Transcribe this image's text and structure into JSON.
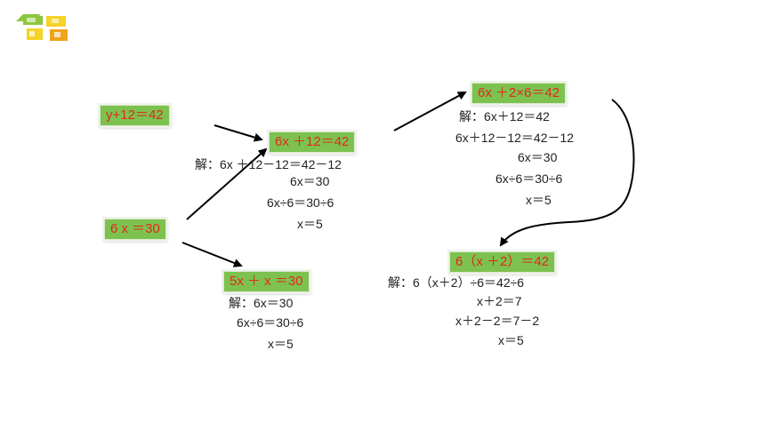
{
  "equations": {
    "y_eq": "y+12＝42",
    "six_x_eq": "6 x ＝30",
    "center_eq": "6x ＋12＝42",
    "five_x_eq": "5x ＋ x ＝30",
    "top_right_eq": "6x ＋2×6＝42",
    "bottom_right_eq": "6（x ＋2）＝42"
  },
  "solutions": {
    "center": [
      "解：6x ＋12－12＝42－12",
      "6x＝30",
      "6x÷6＝30÷6",
      "x＝5"
    ],
    "five_x": [
      "解：6x＝30",
      "6x÷6＝30÷6",
      "x＝5"
    ],
    "top_right": [
      "解：6x＋12＝42",
      "6x＋12－12＝42－12",
      "6x＝30",
      "6x÷6＝30÷6",
      "x＝5"
    ],
    "bottom_right": [
      "解：6（x＋2）÷6＝42÷6",
      "x＋2＝7",
      "x＋2－2＝7－2",
      "x＝5"
    ]
  },
  "colors": {
    "box_fill": "#7dc24f",
    "equation_text": "#e0281e",
    "arrow": "#000000"
  },
  "icons": {
    "logo": "colored-blocks-logo-icon"
  }
}
